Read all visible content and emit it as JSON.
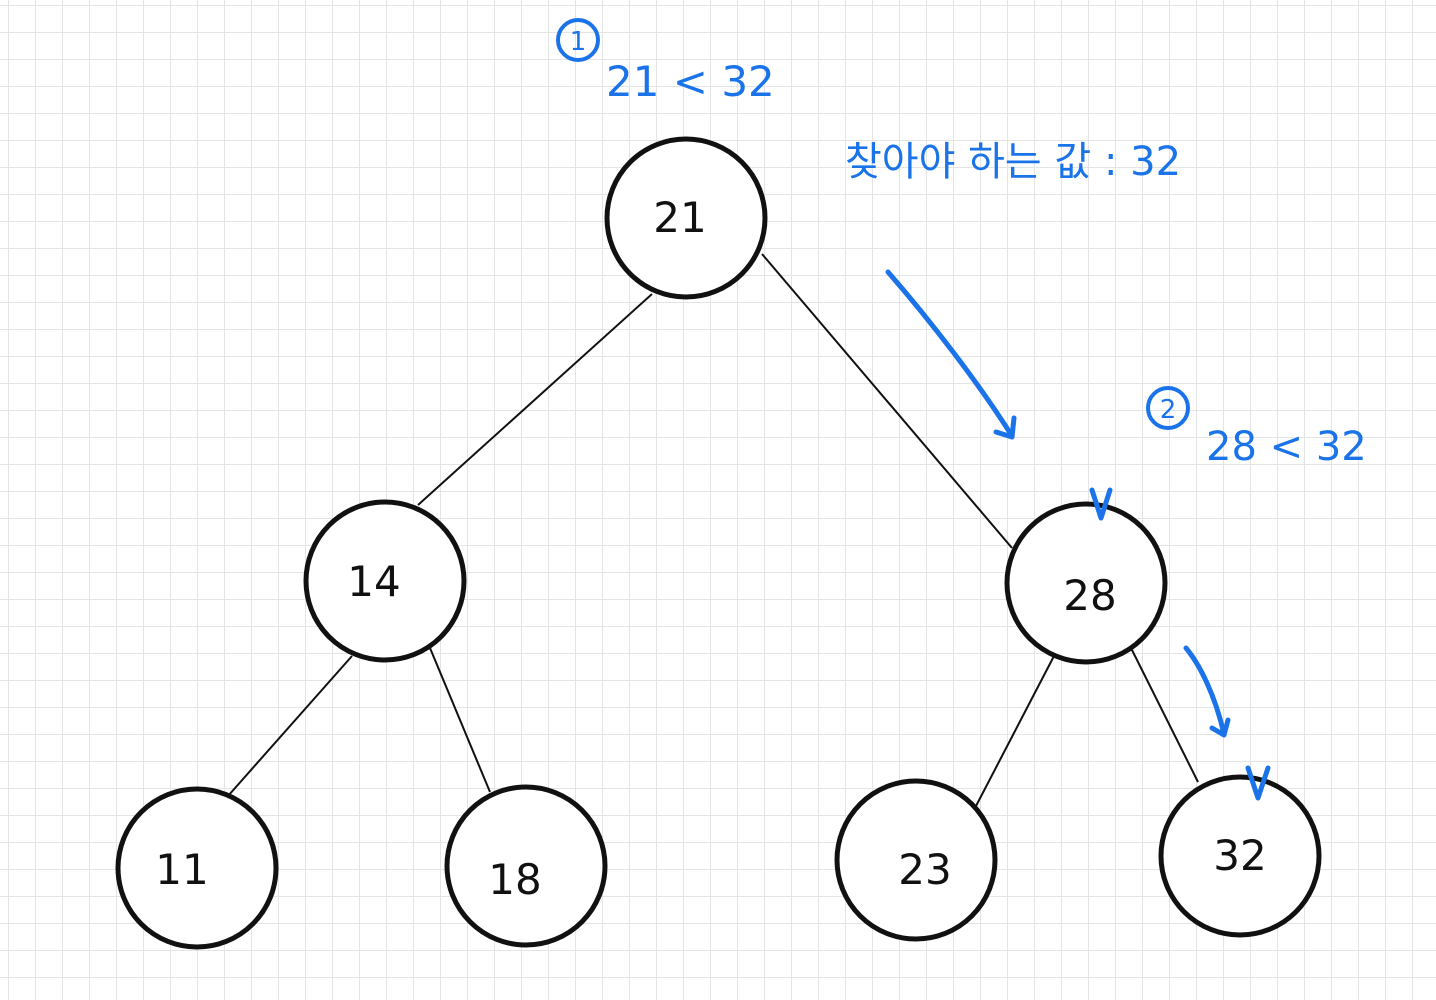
{
  "tree": {
    "nodes": [
      {
        "id": "n21",
        "label": "21"
      },
      {
        "id": "n14",
        "label": "14"
      },
      {
        "id": "n28",
        "label": "28"
      },
      {
        "id": "n11",
        "label": "11"
      },
      {
        "id": "n18",
        "label": "18"
      },
      {
        "id": "n23",
        "label": "23"
      },
      {
        "id": "n32",
        "label": "32"
      }
    ],
    "edges": [
      [
        "n21",
        "n14"
      ],
      [
        "n21",
        "n28"
      ],
      [
        "n14",
        "n11"
      ],
      [
        "n14",
        "n18"
      ],
      [
        "n28",
        "n23"
      ],
      [
        "n28",
        "n32"
      ]
    ]
  },
  "annotations": {
    "goal": "찾아야 하는 값 : 32",
    "step1": {
      "marker": "1",
      "text": "21 < 32"
    },
    "step2": {
      "marker": "2",
      "text": "28 < 32"
    }
  },
  "colors": {
    "annotation": "#1a73e8",
    "node_stroke": "#111111",
    "edge": "#111111",
    "grid": "#e4e4e4"
  }
}
